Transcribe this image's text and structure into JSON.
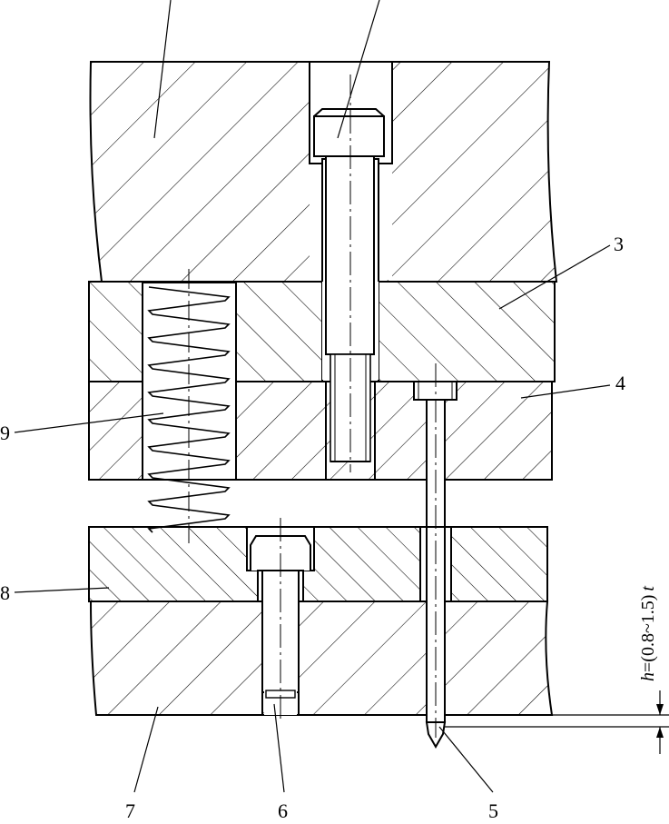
{
  "diagram": {
    "labels": [
      {
        "id": "3",
        "text": "3"
      },
      {
        "id": "4",
        "text": "4"
      },
      {
        "id": "5",
        "text": "5"
      },
      {
        "id": "6",
        "text": "6"
      },
      {
        "id": "7",
        "text": "7"
      },
      {
        "id": "8",
        "text": "8"
      },
      {
        "id": "9",
        "text": "9"
      }
    ],
    "dimension": {
      "h_var": "h",
      "h_expr": "=(0.8~1.5)",
      "t_var": "t"
    },
    "colors": {
      "line": "#000000",
      "background": "#ffffff"
    }
  }
}
